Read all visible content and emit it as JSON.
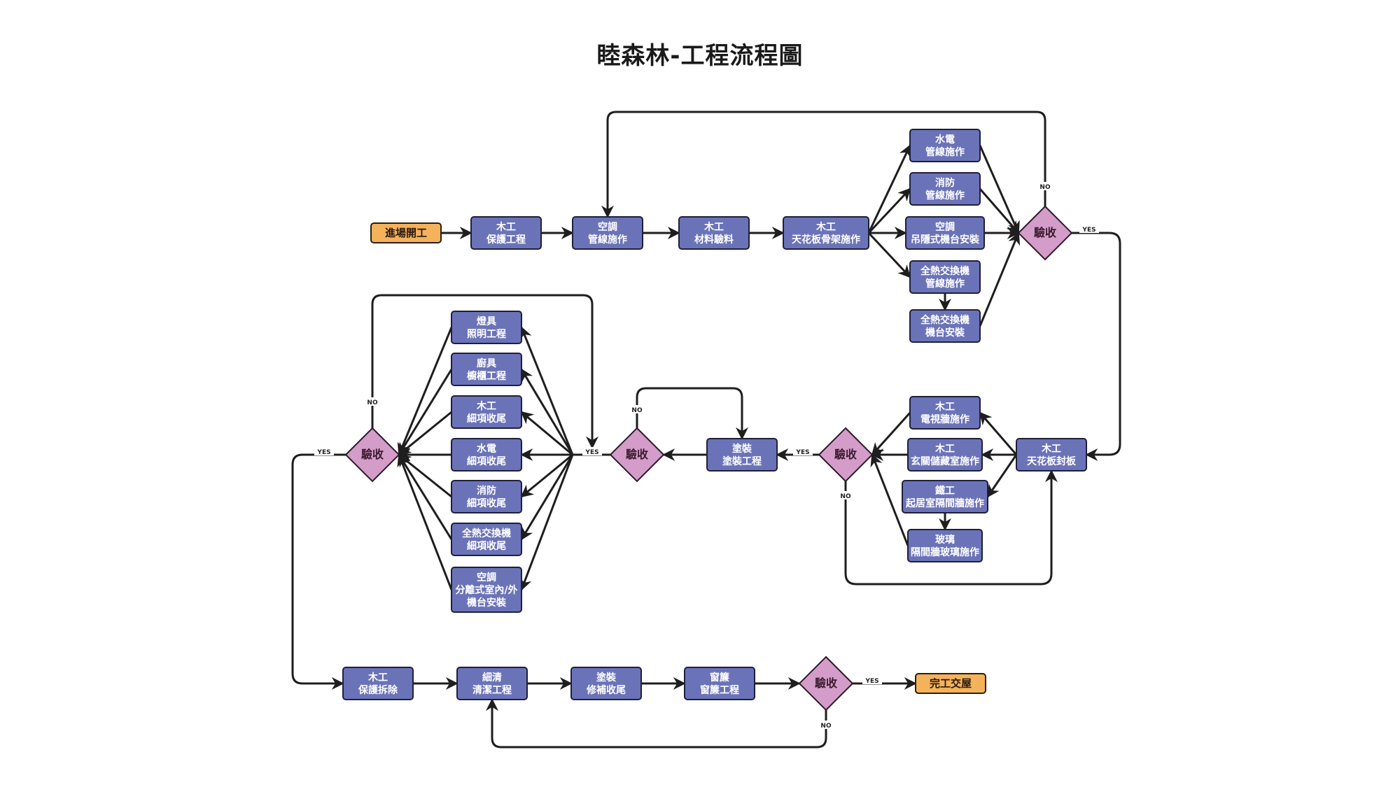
{
  "title": "睦森林-工程流程圖",
  "colors": {
    "process_fill": "#6b73b8",
    "process_stroke": "#1f1f3a",
    "terminal_fill": "#f4b25a",
    "terminal_stroke": "#2a1f10",
    "decision_fill": "#d49cc8",
    "decision_stroke": "#2d1a2a",
    "edge": "#1e1e1e"
  },
  "nodes": [
    {
      "id": "start",
      "type": "terminal",
      "lines": [
        "進場開工"
      ]
    },
    {
      "id": "wood-protect",
      "type": "process",
      "lines": [
        "木工",
        "保護工程"
      ]
    },
    {
      "id": "ac-pipe",
      "type": "process",
      "lines": [
        "空調",
        "管線施作"
      ]
    },
    {
      "id": "wood-material",
      "type": "process",
      "lines": [
        "木工",
        "材料驗料"
      ]
    },
    {
      "id": "wood-ceiling-frame",
      "type": "process",
      "lines": [
        "木工",
        "天花板骨架施作"
      ]
    },
    {
      "id": "plumb-pipe",
      "type": "process",
      "lines": [
        "水電",
        "管線施作"
      ]
    },
    {
      "id": "fire-pipe",
      "type": "process",
      "lines": [
        "消防",
        "管線施作"
      ]
    },
    {
      "id": "ac-hidden",
      "type": "process",
      "lines": [
        "空調",
        "吊隱式機台安裝"
      ]
    },
    {
      "id": "erv-pipe",
      "type": "process",
      "lines": [
        "全熱交換機",
        "管線施作"
      ]
    },
    {
      "id": "erv-install",
      "type": "process",
      "lines": [
        "全熱交換機",
        "機台安裝"
      ]
    },
    {
      "id": "check-1",
      "type": "decision",
      "lines": [
        "驗收"
      ]
    },
    {
      "id": "wood-ceiling-seal",
      "type": "process",
      "lines": [
        "木工",
        "天花板封板"
      ]
    },
    {
      "id": "wood-tv-wall",
      "type": "process",
      "lines": [
        "木工",
        "電視牆施作"
      ]
    },
    {
      "id": "wood-storage",
      "type": "process",
      "lines": [
        "木工",
        "玄關儲藏室施作"
      ]
    },
    {
      "id": "iron-partition",
      "type": "process",
      "lines": [
        "鐵工",
        "起居室隔間牆施作"
      ]
    },
    {
      "id": "glass-partition",
      "type": "process",
      "lines": [
        "玻璃",
        "隔間牆玻璃施作"
      ]
    },
    {
      "id": "check-2",
      "type": "decision",
      "lines": [
        "驗收"
      ]
    },
    {
      "id": "paint",
      "type": "process",
      "lines": [
        "塗裝",
        "塗裝工程"
      ]
    },
    {
      "id": "check-3",
      "type": "decision",
      "lines": [
        "驗收"
      ]
    },
    {
      "id": "lighting",
      "type": "process",
      "lines": [
        "燈具",
        "照明工程"
      ]
    },
    {
      "id": "kitchen",
      "type": "process",
      "lines": [
        "廚具",
        "櫥櫃工程"
      ]
    },
    {
      "id": "wood-finish",
      "type": "process",
      "lines": [
        "木工",
        "細項收尾"
      ]
    },
    {
      "id": "plumb-finish",
      "type": "process",
      "lines": [
        "水電",
        "細項收尾"
      ]
    },
    {
      "id": "fire-finish",
      "type": "process",
      "lines": [
        "消防",
        "細項收尾"
      ]
    },
    {
      "id": "erv-finish",
      "type": "process",
      "lines": [
        "全熱交換機",
        "細項收尾"
      ]
    },
    {
      "id": "ac-split",
      "type": "process",
      "lines": [
        "空調",
        "分離式室內/外",
        "機台安裝"
      ]
    },
    {
      "id": "check-4",
      "type": "decision",
      "lines": [
        "驗收"
      ]
    },
    {
      "id": "wood-remove",
      "type": "process",
      "lines": [
        "木工",
        "保護拆除"
      ]
    },
    {
      "id": "cleaning",
      "type": "process",
      "lines": [
        "細清",
        "清潔工程"
      ]
    },
    {
      "id": "paint-touchup",
      "type": "process",
      "lines": [
        "塗裝",
        "修補收尾"
      ]
    },
    {
      "id": "curtain",
      "type": "process",
      "lines": [
        "窗簾",
        "窗簾工程"
      ]
    },
    {
      "id": "check-5",
      "type": "decision",
      "lines": [
        "驗收"
      ]
    },
    {
      "id": "end",
      "type": "terminal",
      "lines": [
        "完工交屋"
      ]
    }
  ],
  "edge_labels": {
    "yes": "YES",
    "no": "NO"
  }
}
